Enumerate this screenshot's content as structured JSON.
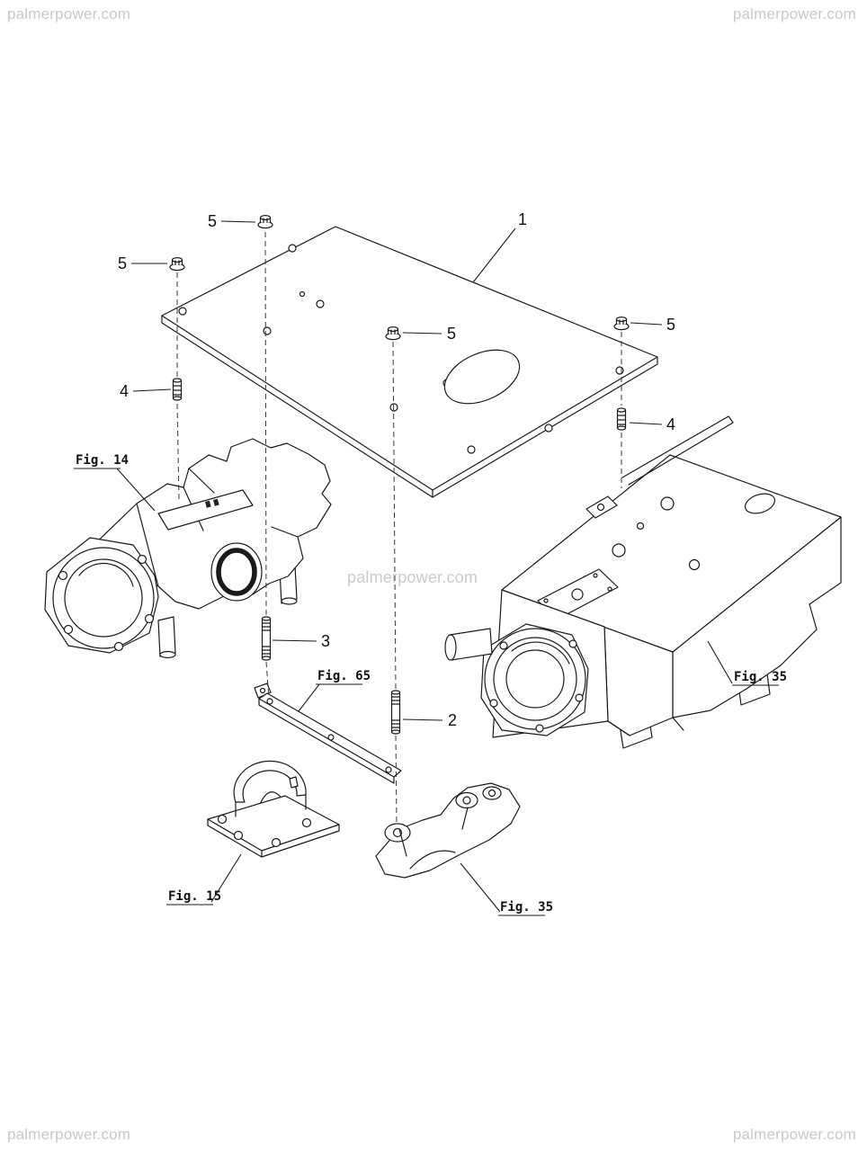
{
  "colors": {
    "background": "#ffffff",
    "line": "#1a1a1a",
    "watermark": "#c8c8c8"
  },
  "watermarks": {
    "top_left": "palmerpower.com",
    "top_right": "palmerpower.com",
    "center": "palmerpower.com",
    "bottom_left": "palmerpower.com",
    "bottom_right": "palmerpower.com"
  },
  "callouts": {
    "plate": "1",
    "stud_long_right": "2",
    "stud_long_left": "3",
    "stud_short": "4",
    "flange_nut": "5"
  },
  "figures": {
    "fig14": "Fig. 14",
    "fig15": "Fig. 15",
    "fig35": "Fig. 35",
    "fig65": "Fig. 65"
  }
}
